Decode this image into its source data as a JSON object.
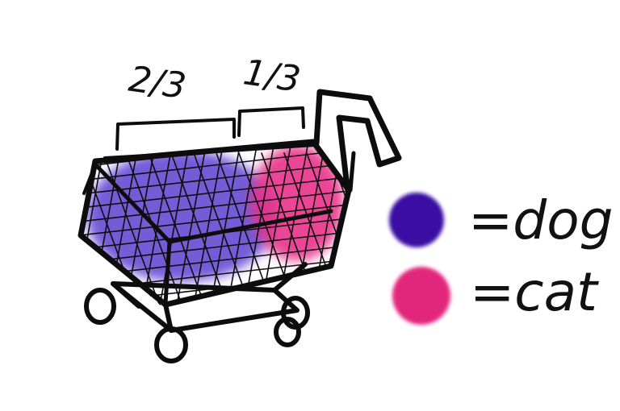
{
  "fractions": {
    "dog_share": "2/3",
    "cat_share": "1/3"
  },
  "legend": [
    {
      "label": "=dog",
      "color": "#3a0fa3"
    },
    {
      "label": "=cat",
      "color": "#e3267d"
    }
  ],
  "colors": {
    "ink": "#0d0d0d",
    "dog_fill": "#5b3fd1",
    "cat_fill": "#e8338a"
  },
  "proportions": {
    "dog": 0.667,
    "cat": 0.333
  }
}
